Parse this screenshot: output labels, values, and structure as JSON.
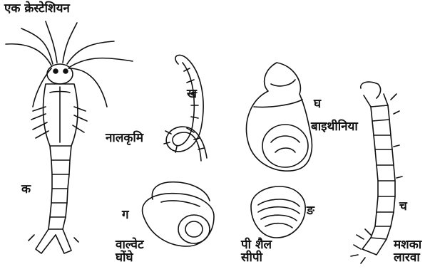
{
  "labels": {
    "title": "एक क्रेस्टेशियन",
    "k": "क",
    "kh": "ख",
    "naalkrimi": "नालकृमि",
    "gh": "घ",
    "baithiniya": "बाइथीनिया",
    "ga": "ग",
    "valvet_1": "वाल्वेट",
    "valvet_2": "घोंघे",
    "nga": "ङ",
    "pi_shail_1": "पी शैल",
    "pi_shail_2": "सीपी",
    "cha": "च",
    "mashaka_1": "मशका",
    "mashaka_2": "लारवा"
  }
}
